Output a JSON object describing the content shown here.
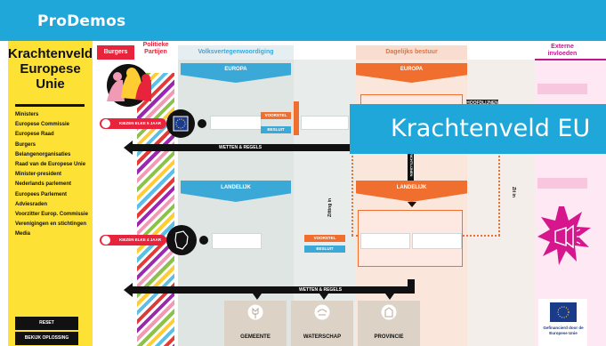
{
  "header": {
    "brand": "ProDemos"
  },
  "sidebar": {
    "title": "Krachtenveld Europese Unie",
    "items": [
      "Ministers",
      "Europese Commissie",
      "Europese Raad",
      "Burgers",
      "Belangenorganisaties",
      "Raad van de Europese Unie",
      "Minister-president",
      "Nederlands parlement",
      "Europees Parlement",
      "Adviesraden",
      "Voorzitter Europ. Commissie",
      "Verenigingen en stichtingen",
      "Media"
    ],
    "reset_label": "RESET",
    "solution_label": "BEKIJK OPLOSSING"
  },
  "columns": {
    "burgers": "Burgers",
    "partijen": "Politieke Partijen",
    "volks": "Volksvertegenwoordiging",
    "dagelijks": "Dagelijks bestuur",
    "extern": "Externe invloeden"
  },
  "levels": {
    "europa_left": "EUROPA",
    "europa_right": "EUROPA",
    "landelijk_left": "LANDELIJK",
    "landelijk_right": "LANDELIJK"
  },
  "labels": {
    "kiezen5": "KIEZEN ELKE 5 JAAR",
    "kiezen4": "KIEZEN ELKE 4 JAAR",
    "voorstel_top": "VOORSTEL",
    "besluit_top": "BESLUIT",
    "voorstel_bottom": "VOORSTEL",
    "besluit_bottom": "BESLUIT",
    "wetten_top": "WETTEN & REGELS",
    "wetten_bottom": "WETTEN & REGELS",
    "hoofdlijnen": "HOOFDLIJNEN",
    "zitting_in": "Zitting in",
    "zit_in": "Zit in",
    "richtlijn": "RICHTLIJNEN"
  },
  "bottom": {
    "gemeente": "GEMEENTE",
    "waterschap": "WATERSCHAP",
    "provincie": "PROVINCIE"
  },
  "eu_logo": {
    "text": "Gefinancierd door de Europese Unie"
  },
  "overlay": {
    "title": "Krachtenveld EU"
  }
}
